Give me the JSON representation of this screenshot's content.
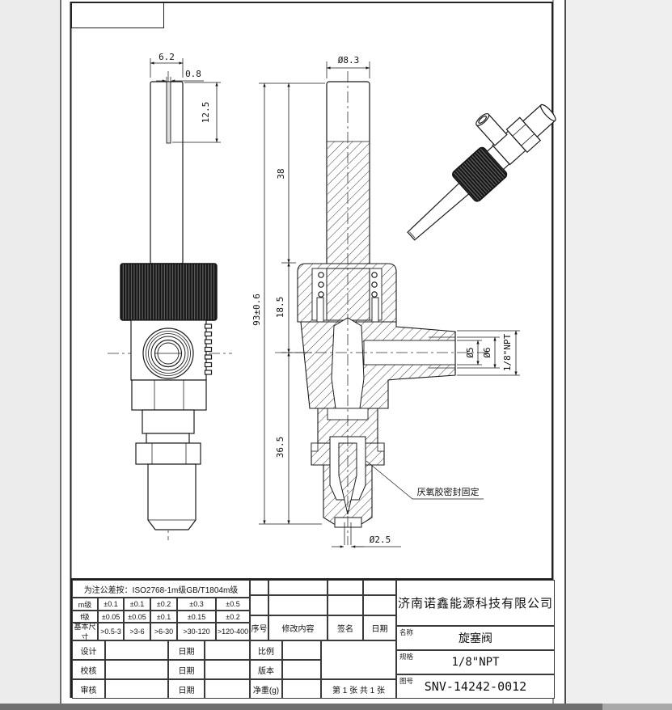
{
  "drawing": {
    "dims": {
      "stem_width": "6.2",
      "slot_width": "0.8",
      "slot_depth": "12.5",
      "stem_dia": "Ø8.3",
      "stem_len": "38",
      "overall_len": "93±0.6",
      "upper_body": "18.5",
      "lower_body": "36.5",
      "bore": "Ø5",
      "counterbore": "Ø6",
      "thread": "1/8\"NPT",
      "tip_hole": "Ø2.5"
    },
    "annotation": "厌氧胶密封固定"
  },
  "titleblock": {
    "tolerance": {
      "note": "为注公差按：ISO2768-1m级GB/T1804m级",
      "m_label": "m级",
      "m": [
        "±0.1",
        "±0.1",
        "±0.2",
        "±0.3",
        "±0.5"
      ],
      "f_label": "f级",
      "f": [
        "±0.05",
        "±0.05",
        "±0.1",
        "±0.15",
        "±0.2"
      ],
      "size_label": "基本尺寸",
      "sizes": [
        ">0.5-3",
        ">3-6",
        ">6-30",
        ">30-120",
        ">120-400"
      ]
    },
    "sign": {
      "design": "设计",
      "check": "校核",
      "audit": "审核",
      "date": "日期"
    },
    "revision": {
      "seq": "序号",
      "content": "修改内容",
      "signature": "签名",
      "date": "日期"
    },
    "meta": {
      "scale": "比例",
      "version": "版本",
      "net_weight": "净重(g)",
      "sheet": "第 1 张  共 1 张"
    },
    "company": "济南诺鑫能源科技有限公司",
    "name_label": "名称",
    "name": "旋塞阀",
    "spec_label": "规格",
    "spec": "1/8\"NPT",
    "dwg_label": "图号",
    "dwg_no": "SNV-14242-0012"
  }
}
